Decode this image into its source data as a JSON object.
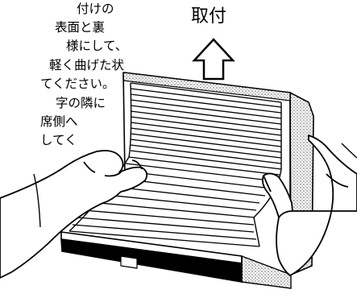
{
  "instruction": {
    "lines": [
      "付けの",
      "表面と裏",
      "様にして、",
      "軽く曲げた状",
      "てください。",
      "字の隣に",
      "席側へ",
      "してく"
    ]
  },
  "install_label": "取付",
  "icons": {
    "arrow": "up-arrow-icon",
    "filter": "cabin-filter-illustration"
  },
  "colors": {
    "ink": "#000000",
    "paper": "#ffffff"
  }
}
